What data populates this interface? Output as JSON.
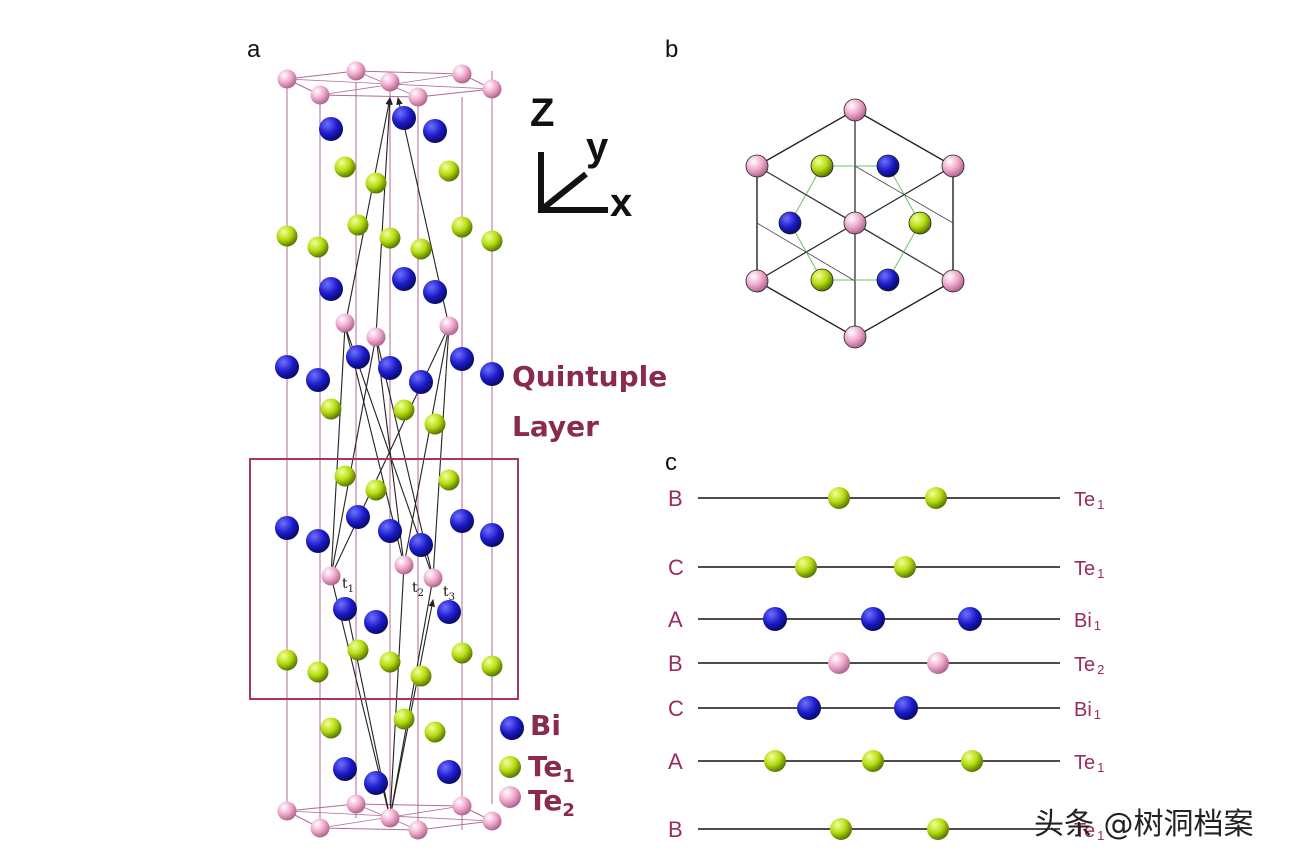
{
  "panel_a": {
    "label": "a",
    "axes": {
      "z": "Z",
      "y": "y",
      "x": "x"
    },
    "quintuple_layer": {
      "line1": "Quintuple",
      "line2": "Layer"
    },
    "t_labels": [
      {
        "base": "t",
        "sub": "1"
      },
      {
        "base": "t",
        "sub": "2"
      },
      {
        "base": "t",
        "sub": "3"
      }
    ],
    "legend": [
      {
        "base": "Bi",
        "sub": "",
        "color": "#1a1ac8"
      },
      {
        "base": "Te",
        "sub": "1",
        "color": "#b5dc10"
      },
      {
        "base": "Te",
        "sub": "2",
        "color": "#f0a8cc"
      }
    ]
  },
  "panel_b": {
    "label": "b"
  },
  "panel_c": {
    "label": "c",
    "layers": [
      {
        "letter": "B",
        "base": "Te",
        "sub": "1",
        "atom": "te1",
        "count": 2
      },
      {
        "letter": "C",
        "base": "Te",
        "sub": "1",
        "atom": "te1",
        "count": 2
      },
      {
        "letter": "A",
        "base": "Bi",
        "sub": "1",
        "atom": "bi",
        "count": 3
      },
      {
        "letter": "B",
        "base": "Te",
        "sub": "2",
        "atom": "te2",
        "count": 2
      },
      {
        "letter": "C",
        "base": "Bi",
        "sub": "1",
        "atom": "bi",
        "count": 2
      },
      {
        "letter": "A",
        "base": "Te",
        "sub": "1",
        "atom": "te1",
        "count": 3
      },
      {
        "letter": "B",
        "base": "Te",
        "sub": "1",
        "atom": "te1",
        "count": 2
      }
    ]
  },
  "colors": {
    "bi": "#1a1ac8",
    "te1": "#b5dc10",
    "te2": "#f0a8cc",
    "frame": "#b06b95",
    "ql_box": "#a8345f",
    "arrow": "#222222"
  },
  "watermark": "头条 @树洞档案"
}
